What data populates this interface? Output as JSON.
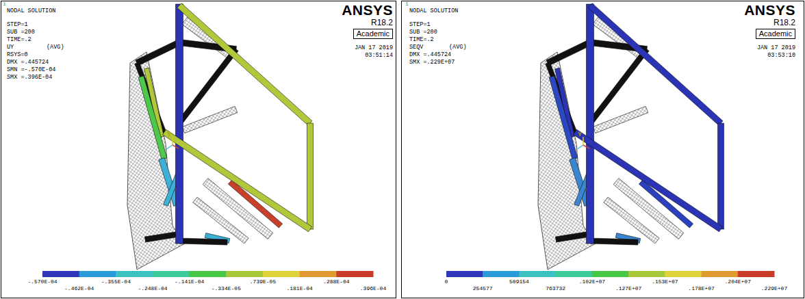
{
  "diagram": {
    "labels": [
      "1",
      "NODAL SOLUTION",
      "STEP=1",
      "SUB =200",
      "TIME=.2",
      "UY",
      "(AVG)",
      "RSYS=0",
      "DMX =.445724",
      "SMN =-.570E-04",
      "SMX =.396E-04",
      "ANSYS",
      "R18.2",
      "Academic",
      "JAN 17 2019",
      "03:51:14",
      "Y",
      "-.570E-04",
      "-.462E-04",
      "-.355E-04",
      "-.248E-04",
      "-.141E-04",
      "-.334E-05",
      ".739E-05",
      ".181E-04",
      ".288E-04",
      ".396E-04",
      "1",
      "NODAL SOLUTION",
      "STEP=1",
      "SUB =200",
      "TIME=.2",
      "SEQV",
      "(AVG)",
      "DMX =.445724",
      "SMX =.229E+07",
      "ANSYS",
      "R18.2",
      "Academic",
      "JAN 17 2019",
      "03:53:10",
      "Y",
      "0",
      "254577",
      "509154",
      "763732",
      ".102E+07",
      ".127E+07",
      ".153E+07",
      ".178E+07",
      ".204E+07",
      ".229E+07"
    ]
  }
}
